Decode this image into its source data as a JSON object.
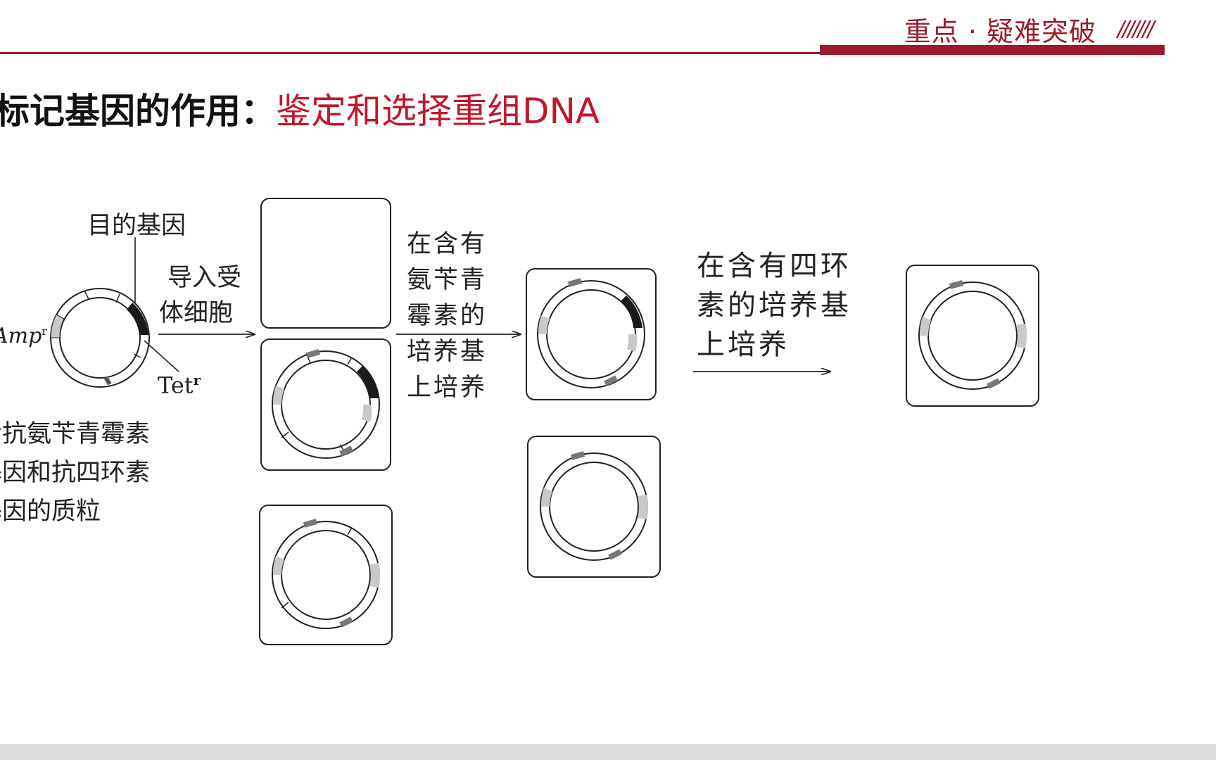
{
  "header": {
    "brand": "重点 · 疑难突破",
    "slashes": "///////"
  },
  "title": {
    "prefix": "标记基因的作用：",
    "highlight": "鉴定和选择重组DNA"
  },
  "diagram": {
    "label_target_gene": "目的基因",
    "label_amp": "Amp",
    "label_amp_sup": "r",
    "label_tet": "Tet",
    "label_tet_sup": "r",
    "label_plasmid_desc": [
      "含抗氨苄青霉素",
      "基因和抗四环素",
      "基因的质粒"
    ],
    "label_step1": [
      "导入受",
      "体细胞"
    ],
    "label_step2": [
      "在含有",
      "氨苄青",
      "霉素的",
      "培养基",
      "上培养"
    ],
    "label_step3": [
      "在含有四环",
      "素的培养基",
      "上培养"
    ]
  },
  "colors": {
    "brand_red": "#9b1b2b",
    "title_red": "#c0182a"
  }
}
